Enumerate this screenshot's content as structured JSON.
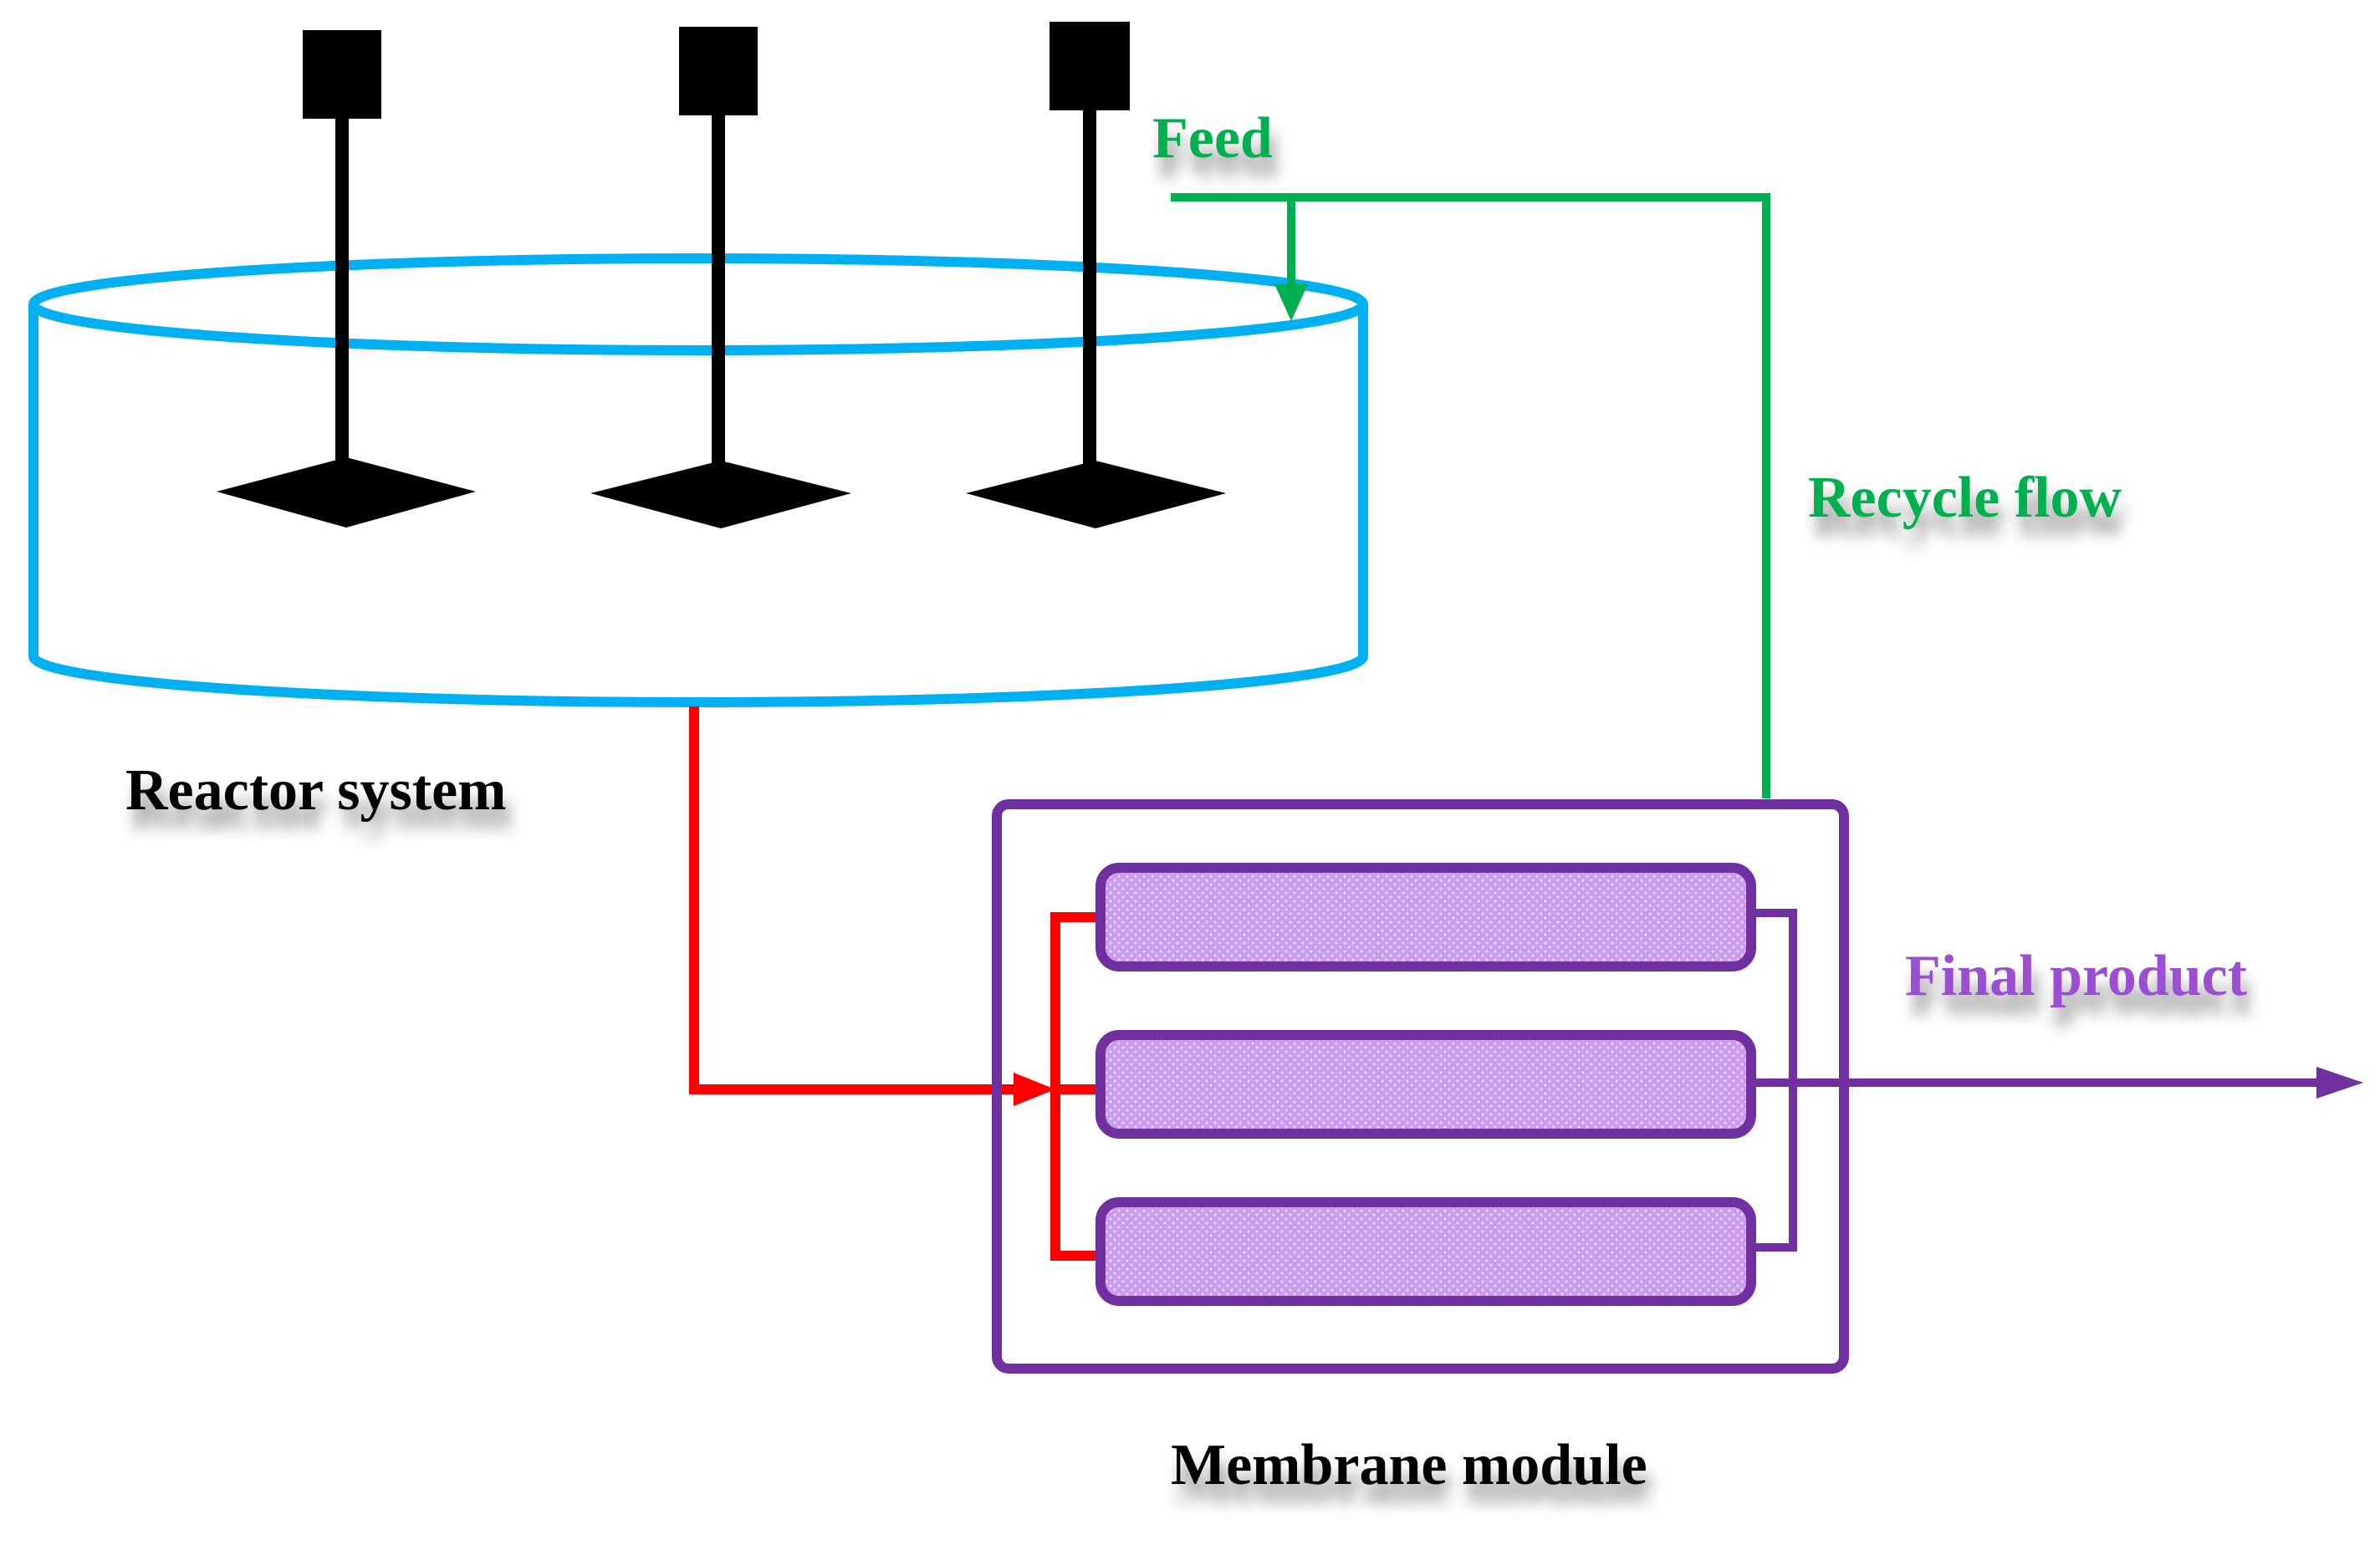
{
  "labels": {
    "feed": "Feed",
    "recycle": "Recycle flow",
    "reactor": "Reactor system",
    "membrane": "Membrane module",
    "product": "Final product"
  },
  "colors": {
    "reactor": "#00b0f0",
    "feed_recycle": "#00b050",
    "reactor_outlet": "#ff0000",
    "membrane": "#7030a0",
    "membrane_fill": "#c99cf0",
    "product_label": "#9b4fd0",
    "stirrer": "#000000"
  },
  "components": {
    "stirrers": [
      "stirrer",
      "stirrer",
      "stirrer"
    ],
    "membrane_tubes": [
      "membrane-tube",
      "membrane-tube",
      "membrane-tube"
    ]
  }
}
